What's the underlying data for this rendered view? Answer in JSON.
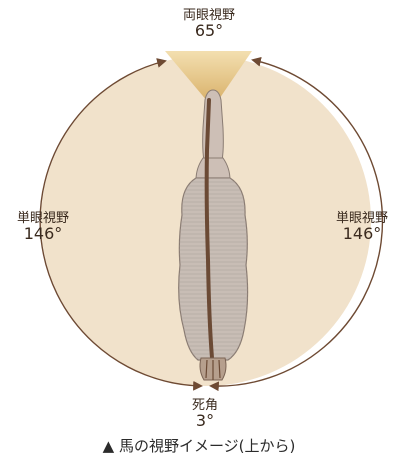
{
  "binocular": {
    "name": "両眼視野",
    "value": "65°"
  },
  "left_monocular": {
    "name": "単眼視野",
    "value": "146°"
  },
  "right_monocular": {
    "name": "単眼視野",
    "value": "146°"
  },
  "blind_spot": {
    "name": "死角",
    "value": "3°"
  },
  "caption": "▲ 馬の視野イメージ(上から)",
  "colors": {
    "field_fill": "#f1e2cb",
    "field_stroke": "#6e4a33",
    "binocular_fill": "#e4c68b",
    "horse_body": "#c8bdb5",
    "horse_spine": "#6b4a35"
  }
}
